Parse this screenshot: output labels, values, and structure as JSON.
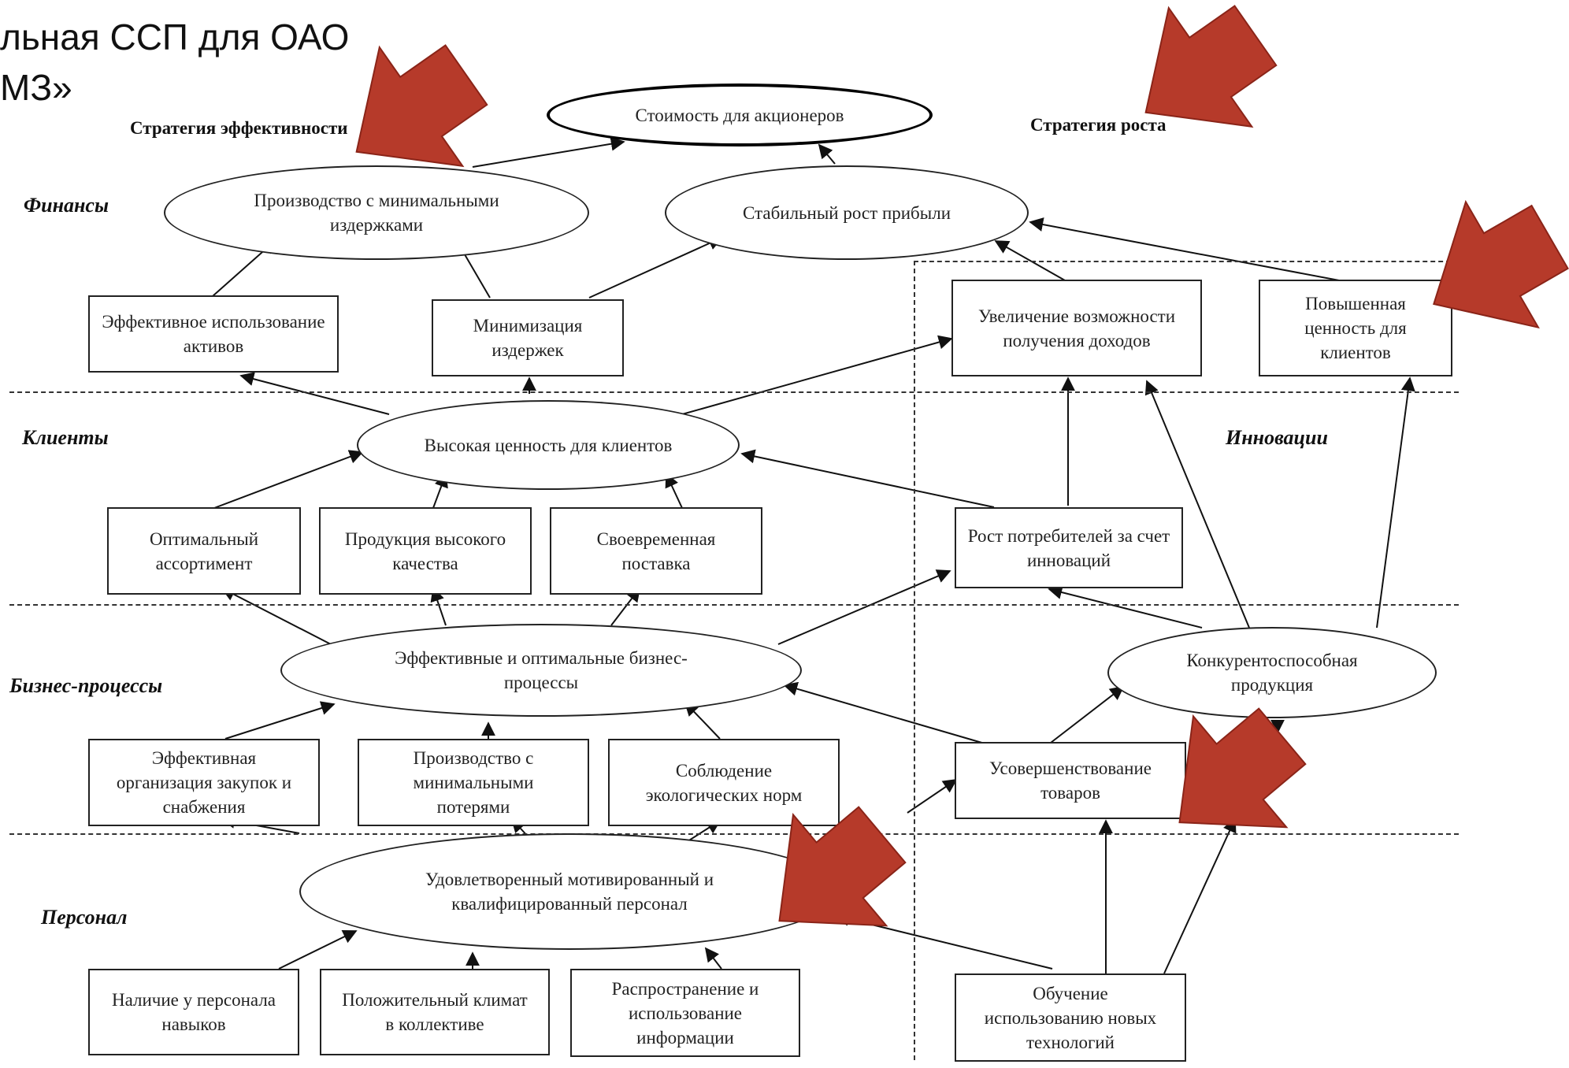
{
  "title": {
    "line1": "льная ССП для ОАО",
    "line2": "МЗ»"
  },
  "strategies": {
    "efficiency": "Стратегия эффективности",
    "growth": "Стратегия роста"
  },
  "perspectives": {
    "finance": "Финансы",
    "clients": "Клиенты",
    "innovation": "Инновации",
    "business": "Бизнес-процессы",
    "personnel": "Персонал"
  },
  "nodes": {
    "shareholder_value": "Стоимость для акционеров",
    "low_cost_production": "Производство с минимальными издержками",
    "stable_growth": "Стабильный рост прибыли",
    "asset_use": "Эффективное использование активов",
    "cost_min": "Минимизация издержек",
    "revenue_opportunity": "Увеличение возможности получения доходов",
    "client_value_up": "Повышенная ценность для клиентов",
    "client_value_high": "Высокая ценность для клиентов",
    "assortment": "Оптимальный ассортимент",
    "quality": "Продукция высокого качества",
    "delivery": "Своевременная поставка",
    "consumer_growth": "Рост потребителей за счет инноваций",
    "business_processes": "Эффективные и оптимальные бизнес-процессы",
    "competitive_product": "Конкурентоспособная продукция",
    "procurement": "Эффективная организация закупок и снабжения",
    "low_loss": "Производство с минимальными потерями",
    "ecology": "Соблюдение экологических норм",
    "product_improve": "Усовершенствование товаров",
    "staff": "Удовлетворенный мотивированный и квалифицированный персонал",
    "skills": "Наличие у персонала навыков",
    "climate": "Положительный климат в коллективе",
    "information": "Распространение и использование информации",
    "training": "Обучение использованию новых технологий"
  },
  "colors": {
    "highlight_arrow": "#b63a2a",
    "ink": "#222222"
  },
  "highlight_arrow_count": 5
}
